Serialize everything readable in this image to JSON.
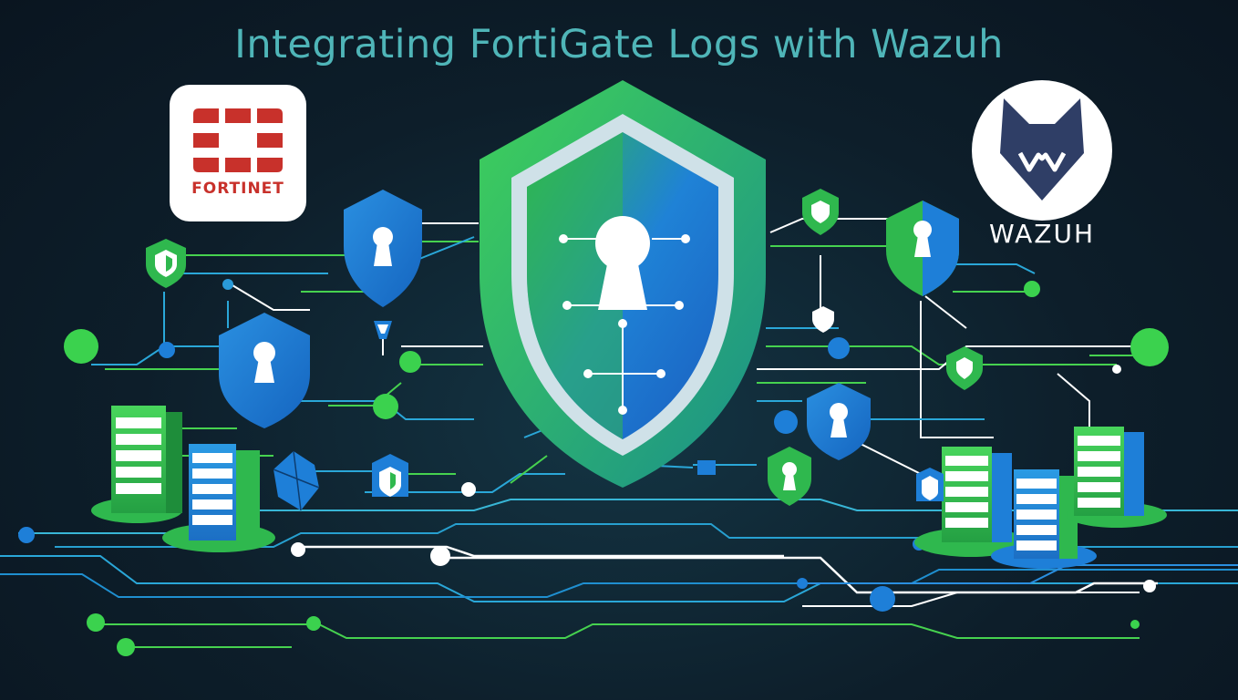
{
  "header": {
    "title": "Integrating FortiGate Logs with Wazuh"
  },
  "logos": {
    "fortinet": {
      "wordmark": "FORTINET",
      "color": "#c8312b"
    },
    "wazuh": {
      "wordmark": "WAZUH",
      "color": "#2f3e66"
    }
  },
  "palette": {
    "background": "#0d1e2a",
    "title": "#4fb5b8",
    "green": "#3bd24e",
    "blue": "#1e7fd8",
    "white": "#ffffff"
  },
  "icons": [
    "shield-keyhole-icon",
    "server-rack-icon",
    "circuit-line",
    "node-dot"
  ]
}
